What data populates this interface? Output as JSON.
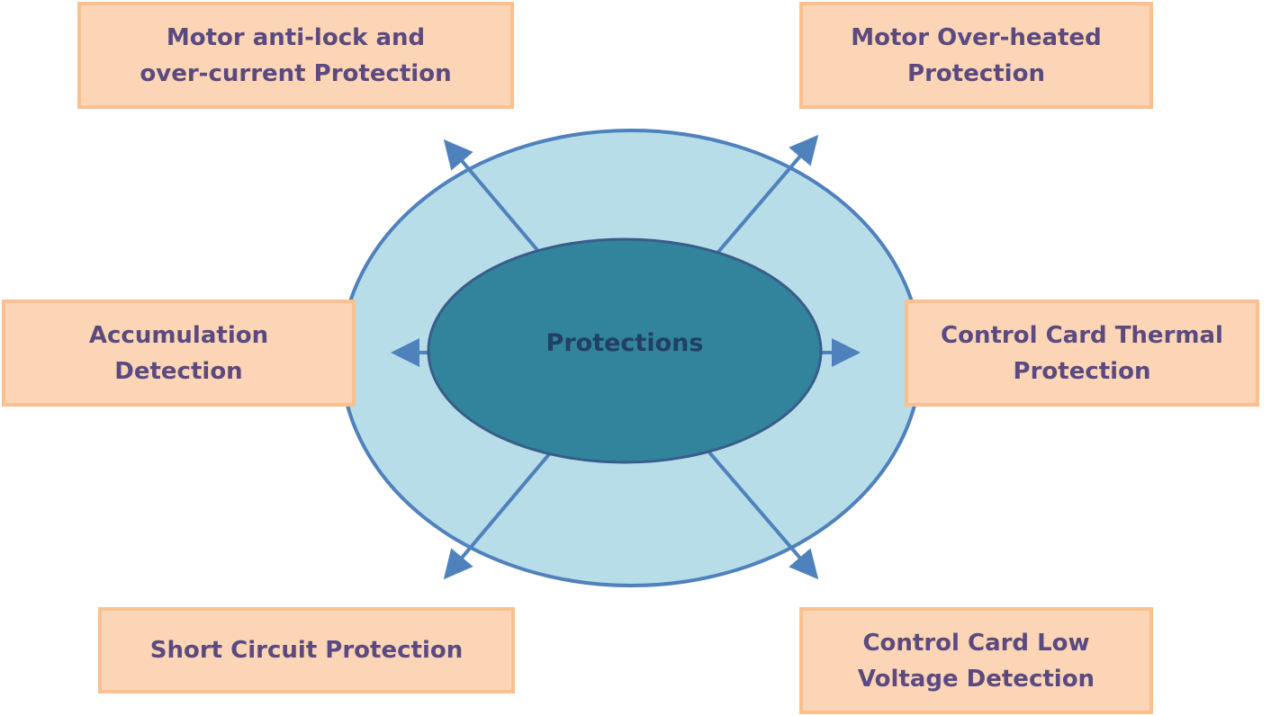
{
  "center": {
    "label": "Protections"
  },
  "boxes": [
    {
      "label": "Motor anti-lock and\nover-current Protection"
    },
    {
      "label": "Motor Over-heated\nProtection"
    },
    {
      "label": "Accumulation\nDetection"
    },
    {
      "label": "Control Card Thermal\nProtection"
    },
    {
      "label": "Short Circuit Protection"
    },
    {
      "label": "Control Card Low\nVoltage Detection"
    }
  ],
  "colors": {
    "outer_fill": "#b7dde8",
    "outer_stroke": "#4f81bd",
    "inner_fill": "#31849b",
    "inner_stroke": "#385d8a",
    "box_fill": "#fbd5b5",
    "box_border": "#fac090",
    "text": "#5b4a80"
  }
}
